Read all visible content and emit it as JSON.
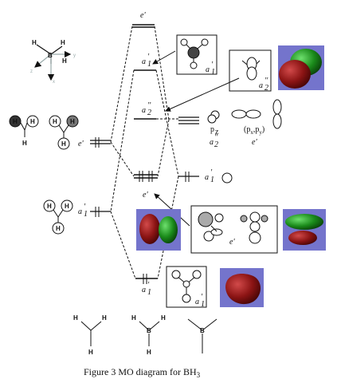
{
  "figure": {
    "caption": "Figure 3 MO diagram for BH",
    "caption_sub": "3"
  },
  "axes": {
    "x": "x",
    "y": "y",
    "z": "z"
  },
  "atoms": {
    "H": "H",
    "B": "B"
  },
  "levels": {
    "top": "e'",
    "a1p": "a",
    "a2pp": "a",
    "e_bond": "e'",
    "a1_bond": "a"
  },
  "left_labels": {
    "e": "e'",
    "a1": "a"
  },
  "right_labels": {
    "a1": "a",
    "pz": "p",
    "pz_sub": "z",
    "pxpy": "(p",
    "pxpy_sub1": "x",
    "pxpy_comma": ",p",
    "pxpy_sub2": "y",
    "pxpy_close": ")",
    "a2pp": "a",
    "e": "e'"
  },
  "boxes": {
    "box1": "a",
    "box2": "a",
    "box3": "e'",
    "box4": "a"
  },
  "colors": {
    "red_lobe": "#8b1414",
    "green_lobe": "#1a8a1a",
    "panel_bg": "#7474cc"
  }
}
